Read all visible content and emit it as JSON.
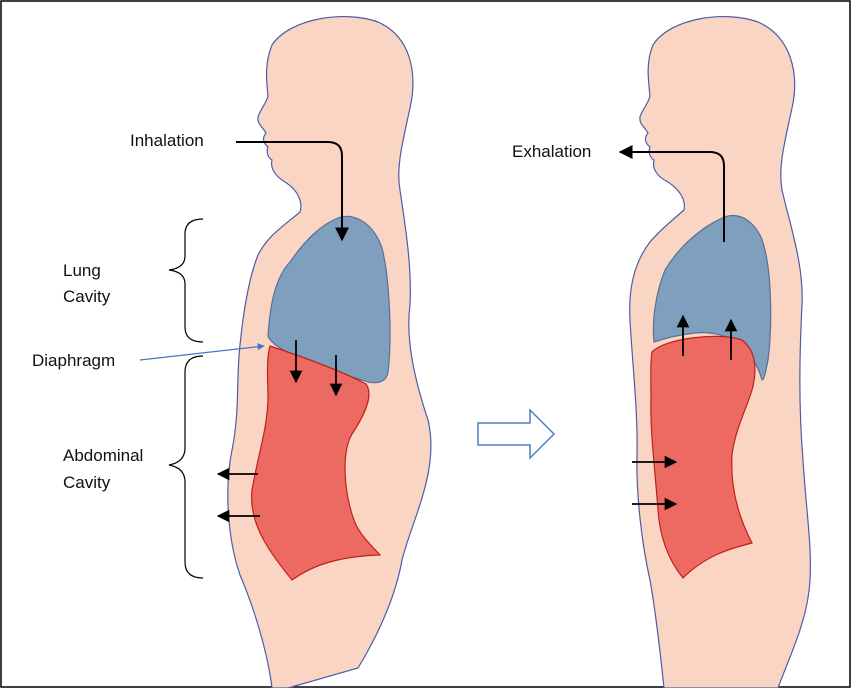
{
  "labels": {
    "inhalation": "Inhalation",
    "exhalation": "Exhalation",
    "lung_cavity_line1": "Lung",
    "lung_cavity_line2": "Cavity",
    "diaphragm": "Diaphragm",
    "abdominal_cavity_line1": "Abdominal",
    "abdominal_cavity_line2": "Cavity"
  },
  "colors": {
    "body_fill": "#fbd5c3",
    "body_outline": "#4a5ea8",
    "lung_fill": "#7f9fbf",
    "lung_outline": "#5a6f96",
    "abdomen_fill": "#ec6a62",
    "abdomen_outline": "#c0201a",
    "diaphragm_pointer": "#4a74c9",
    "arrow": "#000000",
    "transition_arrow_outline": "#4a7fc0"
  },
  "icons": {
    "transition": "hollow-right-arrow"
  }
}
